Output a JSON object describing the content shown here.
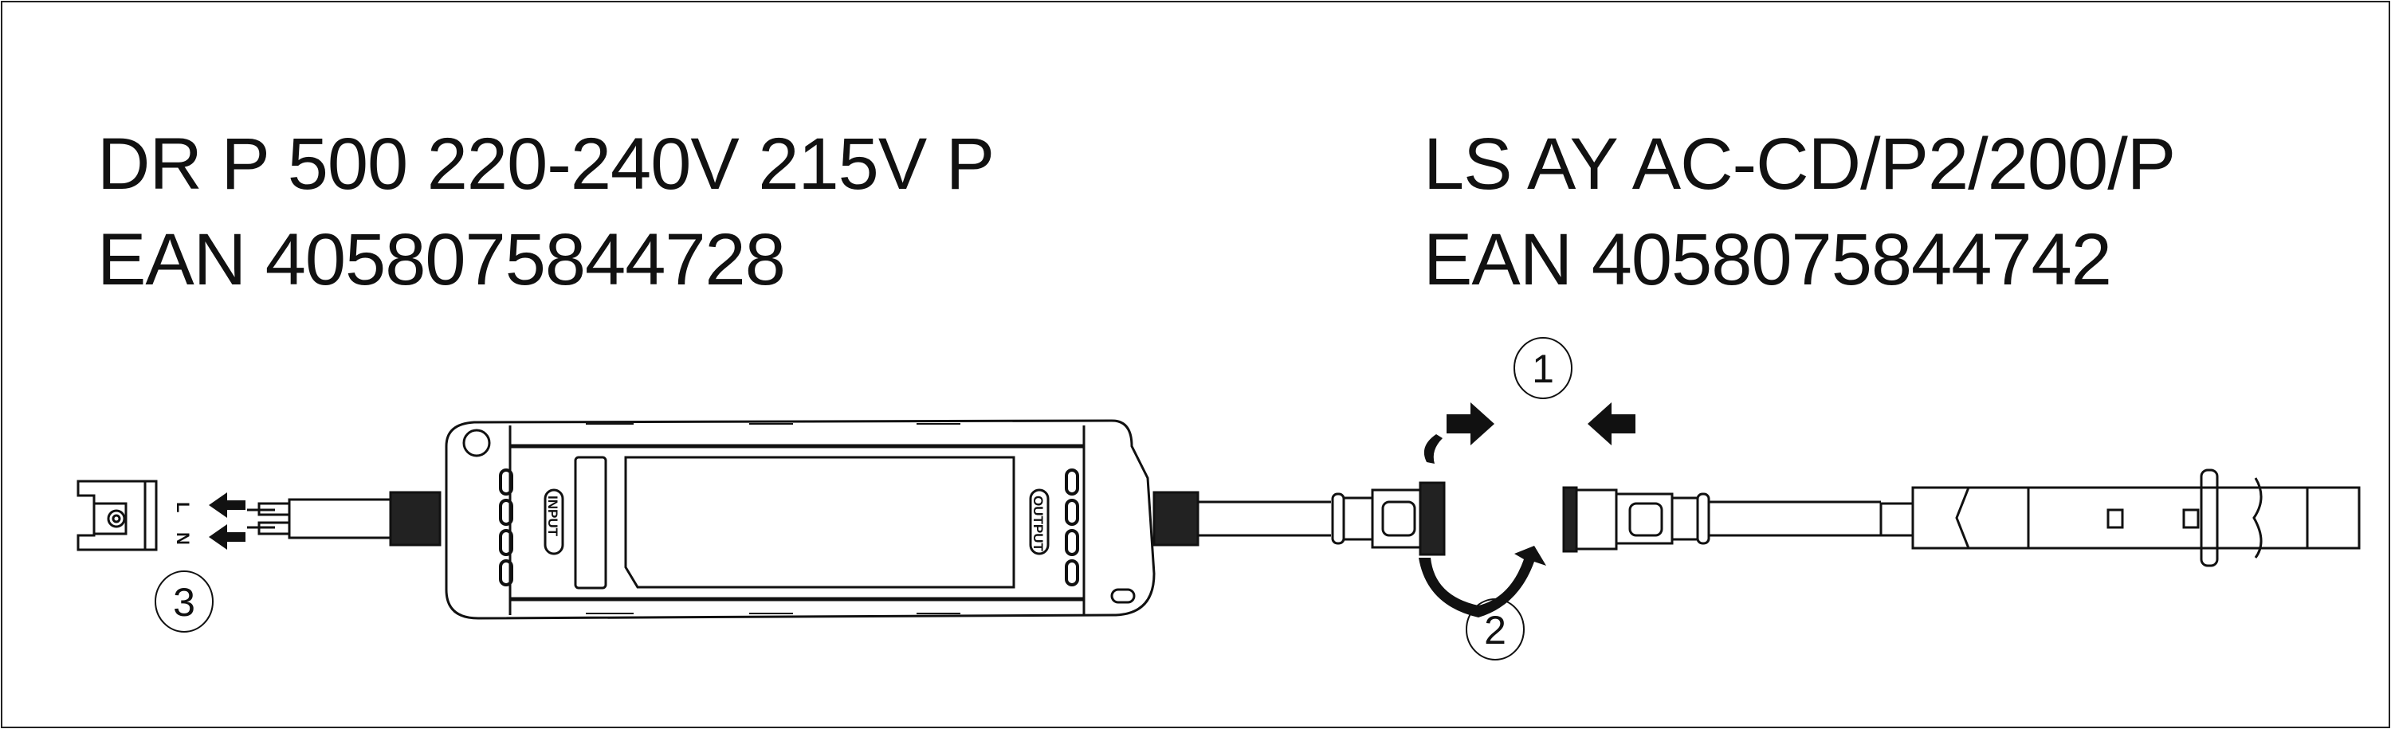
{
  "driver": {
    "model": "DR P 500 220-240V 215V P",
    "ean": "EAN 4058075844728",
    "input_label": "INPUT",
    "output_label": "OUTPUT"
  },
  "strip": {
    "model": "LS AY AC-CD/P2/200/P",
    "ean": "EAN 4058075844742"
  },
  "terminal": {
    "label_l": "L",
    "label_n": "N"
  },
  "steps": [
    "1",
    "2",
    "3"
  ]
}
